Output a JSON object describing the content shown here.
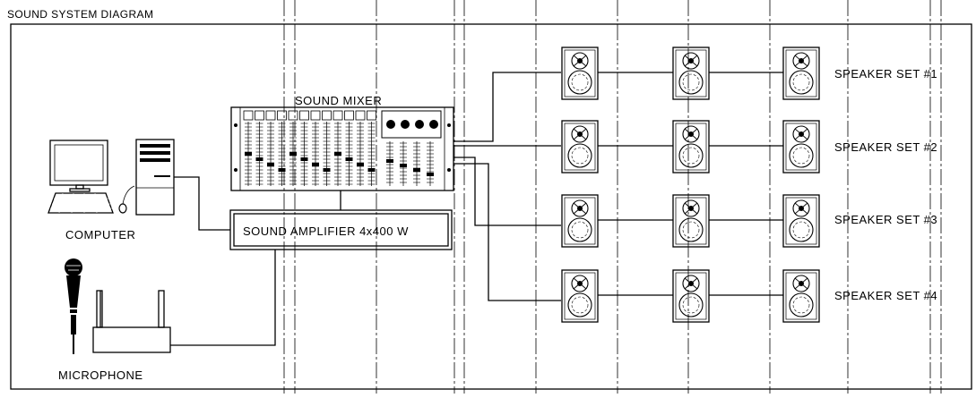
{
  "diagram": {
    "title": "SOUND SYSTEM DIAGRAM",
    "labels": {
      "computer": "COMPUTER",
      "microphone": "MICROPHONE",
      "mixer": "SOUND MIXER",
      "amplifier": "SOUND AMPLIFIER 4x400 W"
    },
    "speaker_sets": [
      {
        "label": "SPEAKER SET #1"
      },
      {
        "label": "SPEAKER SET #2"
      },
      {
        "label": "SPEAKER SET #3"
      },
      {
        "label": "SPEAKER SET #4"
      }
    ],
    "speakers_per_set": 3,
    "icons": [
      "computer-icon",
      "microphone-icon",
      "wireless-receiver-icon",
      "sound-mixer-icon",
      "speaker-icon"
    ]
  }
}
